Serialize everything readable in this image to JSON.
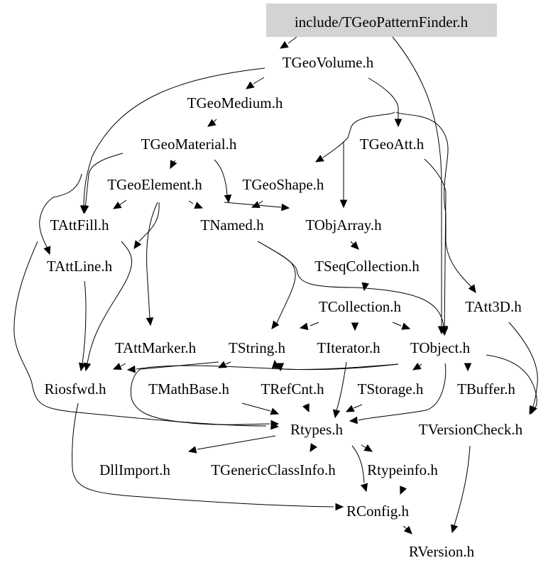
{
  "graph": {
    "type": "include-dependency-graph",
    "root": "include/TGeoPatternFinder.h",
    "root_fill": "#d3d3d3",
    "nodes": [
      {
        "id": "root",
        "label": "include/TGeoPatternFinder.h"
      },
      {
        "id": "TGeoVolume",
        "label": "TGeoVolume.h"
      },
      {
        "id": "TGeoMedium",
        "label": "TGeoMedium.h"
      },
      {
        "id": "TGeoMaterial",
        "label": "TGeoMaterial.h"
      },
      {
        "id": "TGeoAtt",
        "label": "TGeoAtt.h"
      },
      {
        "id": "TGeoElement",
        "label": "TGeoElement.h"
      },
      {
        "id": "TGeoShape",
        "label": "TGeoShape.h"
      },
      {
        "id": "TAttFill",
        "label": "TAttFill.h"
      },
      {
        "id": "TNamed",
        "label": "TNamed.h"
      },
      {
        "id": "TObjArray",
        "label": "TObjArray.h"
      },
      {
        "id": "TAttLine",
        "label": "TAttLine.h"
      },
      {
        "id": "TSeqCollection",
        "label": "TSeqCollection.h"
      },
      {
        "id": "TCollection",
        "label": "TCollection.h"
      },
      {
        "id": "TAtt3D",
        "label": "TAtt3D.h"
      },
      {
        "id": "TAttMarker",
        "label": "TAttMarker.h"
      },
      {
        "id": "TString",
        "label": "TString.h"
      },
      {
        "id": "TIterator",
        "label": "TIterator.h"
      },
      {
        "id": "TObject",
        "label": "TObject.h"
      },
      {
        "id": "Riosfwd",
        "label": "Riosfwd.h"
      },
      {
        "id": "TMathBase",
        "label": "TMathBase.h"
      },
      {
        "id": "TRefCnt",
        "label": "TRefCnt.h"
      },
      {
        "id": "TStorage",
        "label": "TStorage.h"
      },
      {
        "id": "TBuffer",
        "label": "TBuffer.h"
      },
      {
        "id": "Rtypes",
        "label": "Rtypes.h"
      },
      {
        "id": "TVersionCheck",
        "label": "TVersionCheck.h"
      },
      {
        "id": "DllImport",
        "label": "DllImport.h"
      },
      {
        "id": "TGenericClassInfo",
        "label": "TGenericClassInfo.h"
      },
      {
        "id": "Rtypeinfo",
        "label": "Rtypeinfo.h"
      },
      {
        "id": "RConfig",
        "label": "RConfig.h"
      },
      {
        "id": "RVersion",
        "label": "RVersion.h"
      }
    ],
    "edges": [
      {
        "from": "root",
        "to": "TGeoVolume"
      },
      {
        "from": "root",
        "to": "TObject"
      },
      {
        "from": "TGeoVolume",
        "to": "TGeoMedium"
      },
      {
        "from": "TGeoVolume",
        "to": "TAttFill"
      },
      {
        "from": "TGeoVolume",
        "to": "TGeoAtt"
      },
      {
        "from": "TGeoVolume",
        "to": "TGeoShape"
      },
      {
        "from": "TGeoVolume",
        "to": "TObjArray"
      },
      {
        "from": "TGeoVolume",
        "to": "TAtt3D"
      },
      {
        "from": "TGeoMedium",
        "to": "TGeoMaterial"
      },
      {
        "from": "TGeoMaterial",
        "to": "TGeoElement"
      },
      {
        "from": "TGeoMaterial",
        "to": "TAttFill"
      },
      {
        "from": "TGeoMaterial",
        "to": "TNamed"
      },
      {
        "from": "TGeoMaterial",
        "to": "TAttLine"
      },
      {
        "from": "TGeoAtt",
        "to": "TObject"
      },
      {
        "from": "TGeoElement",
        "to": "TAttFill"
      },
      {
        "from": "TGeoElement",
        "to": "TNamed"
      },
      {
        "from": "TGeoElement",
        "to": "TAttLine"
      },
      {
        "from": "TGeoElement",
        "to": "TAttMarker"
      },
      {
        "from": "TGeoShape",
        "to": "TNamed"
      },
      {
        "from": "TNamed",
        "to": "TObjArray"
      },
      {
        "from": "TAttFill",
        "to": "Riosfwd"
      },
      {
        "from": "TNamed",
        "to": "TString"
      },
      {
        "from": "TNamed",
        "to": "TObject"
      },
      {
        "from": "TObjArray",
        "to": "TSeqCollection"
      },
      {
        "from": "TAttLine",
        "to": "Riosfwd"
      },
      {
        "from": "TAttLine",
        "to": "Rtypes"
      },
      {
        "from": "TSeqCollection",
        "to": "TCollection"
      },
      {
        "from": "TCollection",
        "to": "TString"
      },
      {
        "from": "TCollection",
        "to": "TIterator"
      },
      {
        "from": "TCollection",
        "to": "TObject"
      },
      {
        "from": "TAtt3D",
        "to": "TVersionCheck"
      },
      {
        "from": "TAttMarker",
        "to": "Riosfwd"
      },
      {
        "from": "TString",
        "to": "TMathBase"
      },
      {
        "from": "TString",
        "to": "TRefCnt"
      },
      {
        "from": "TString",
        "to": "Rtypes"
      },
      {
        "from": "TIterator",
        "to": "Rtypes"
      },
      {
        "from": "TObject",
        "to": "Riosfwd"
      },
      {
        "from": "TObject",
        "to": "TString"
      },
      {
        "from": "TObject",
        "to": "TStorage"
      },
      {
        "from": "TObject",
        "to": "TBuffer"
      },
      {
        "from": "TObject",
        "to": "Rtypes"
      },
      {
        "from": "TObject",
        "to": "TVersionCheck"
      },
      {
        "from": "Riosfwd",
        "to": "RConfig"
      },
      {
        "from": "TMathBase",
        "to": "Rtypes"
      },
      {
        "from": "TRefCnt",
        "to": "Rtypes"
      },
      {
        "from": "TStorage",
        "to": "Rtypes"
      },
      {
        "from": "Rtypes",
        "to": "DllImport"
      },
      {
        "from": "Rtypes",
        "to": "TGenericClassInfo"
      },
      {
        "from": "Rtypes",
        "to": "Rtypeinfo"
      },
      {
        "from": "Rtypes",
        "to": "RConfig"
      },
      {
        "from": "Rtypeinfo",
        "to": "RConfig"
      },
      {
        "from": "TVersionCheck",
        "to": "RVersion"
      },
      {
        "from": "RConfig",
        "to": "RVersion"
      }
    ]
  }
}
